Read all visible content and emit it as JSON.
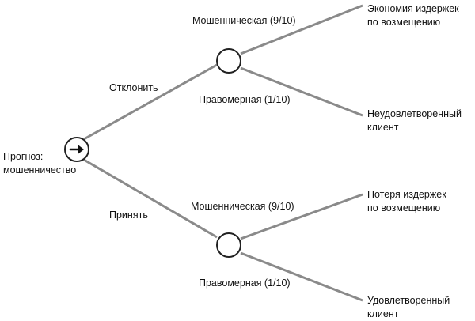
{
  "colors": {
    "edge": "#8a8a8a",
    "node_stroke": "#222222",
    "text": "#111111"
  },
  "root": {
    "icon": "arrow-right-icon",
    "label_line1": "Прогноз:",
    "label_line2": "мошенничество"
  },
  "branches": {
    "reject": {
      "label": "Отклонить",
      "fraud": {
        "label": "Мошенническая (9/10)",
        "outcome_line1": "Экономия издержек",
        "outcome_line2": "по возмещению"
      },
      "legit": {
        "label": "Правомерная (1/10)",
        "outcome_line1": "Неудовлетворенный",
        "outcome_line2": "клиент"
      }
    },
    "accept": {
      "label": "Принять",
      "fraud": {
        "label": "Мошенническая (9/10)",
        "outcome_line1": "Потеря издержек",
        "outcome_line2": "по возмещению"
      },
      "legit": {
        "label": "Правомерная (1/10)",
        "outcome_line1": "Удовлетворенный",
        "outcome_line2": "клиент"
      }
    }
  }
}
